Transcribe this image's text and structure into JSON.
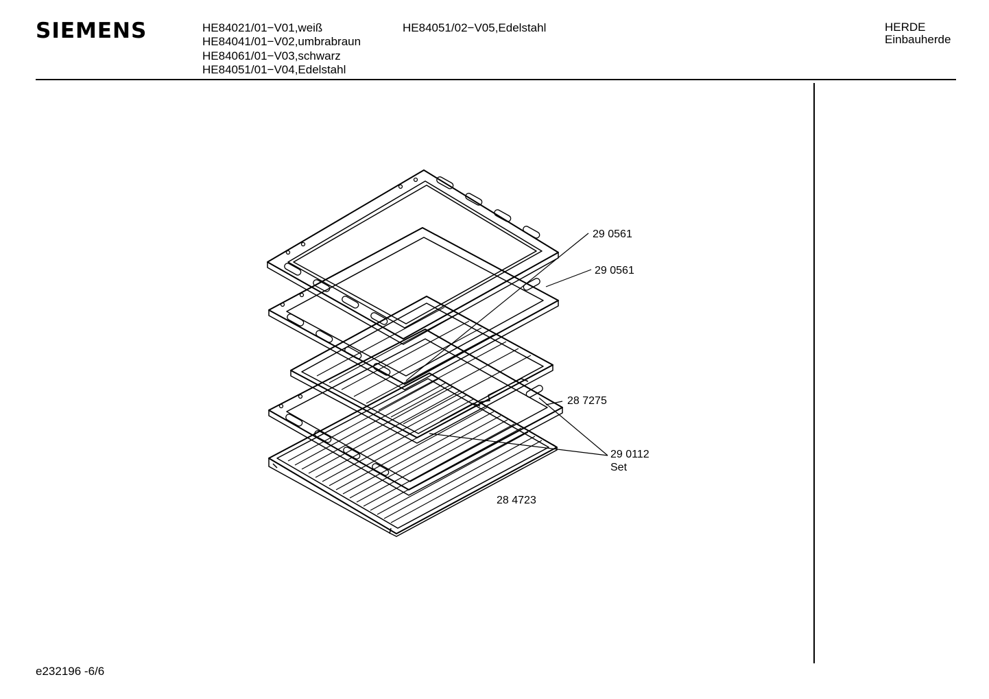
{
  "header": {
    "brand": "SIEMENS",
    "models_left": [
      "HE84021/01−V01,weiß",
      "HE84041/01−V02,umbrabraun",
      "HE84061/01−V03,schwarz",
      "HE84051/01−V04,Edelstahl"
    ],
    "models_right": [
      "HE84051/02−V05,Edelstahl"
    ],
    "category": "HERDE",
    "subcategory": "Einbauherde"
  },
  "parts": {
    "label_1": "29 0561",
    "label_2": "29 0561",
    "label_3": "28 7275",
    "label_4": "29 0112",
    "label_4_sub": "Set",
    "label_5": "28 4723"
  },
  "footer": {
    "doc_id": "e232196 -6/6"
  }
}
